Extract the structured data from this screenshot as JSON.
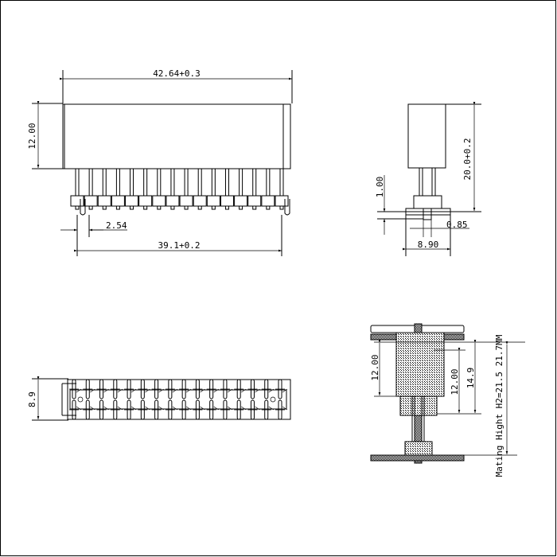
{
  "front_view": {
    "overall_width": "42.64+0.3",
    "body_height": "12.00",
    "pitch": "2.54",
    "pin_span": "39.1+0.2",
    "pin_count": 16
  },
  "side_view": {
    "total_height": "20.0+0.2",
    "standoff": "1.00",
    "pin_offset": "0.85",
    "base_width": "8.90"
  },
  "bottom_view": {
    "width": "8.9",
    "pins_per_row": 16
  },
  "section_view": {
    "socket_depth": "12.00",
    "insertion_depth": "12.00",
    "socket_height": "14.9",
    "mating_height": "Mating Hight H2=21.5 21.7MM"
  }
}
